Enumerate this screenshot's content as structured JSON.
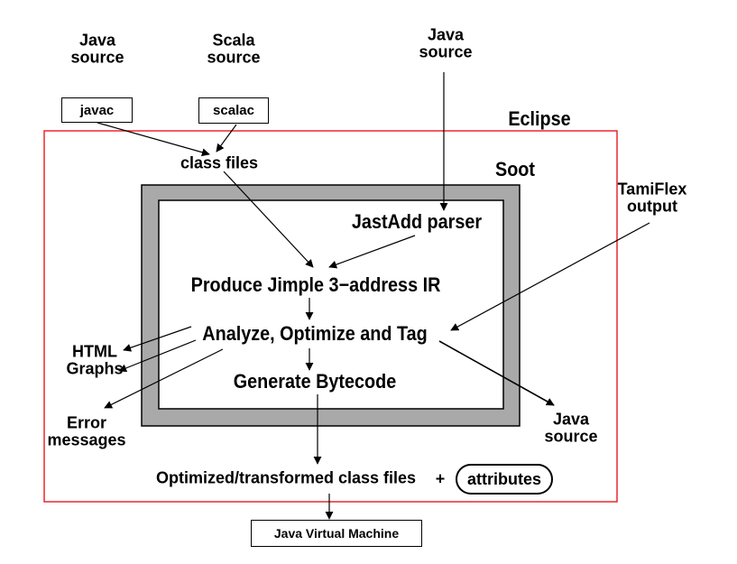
{
  "diagram": {
    "inputs": {
      "java_left": {
        "line1": "Java",
        "line2": "source",
        "compiler": "javac"
      },
      "scala": {
        "line1": "Scala",
        "line2": "source",
        "compiler": "scalac"
      },
      "java_top": {
        "line1": "Java",
        "line2": "source"
      }
    },
    "containers": {
      "eclipse": "Eclipse",
      "soot": "Soot"
    },
    "nodes": {
      "class_files": "class files",
      "jastadd": "JastAdd parser",
      "jimple": "Produce Jimple 3−address IR",
      "analyze": "Analyze, Optimize and Tag",
      "bytecode": "Generate Bytecode",
      "tamiflex": {
        "line1": "TamiFlex",
        "line2": "output"
      },
      "html_graphs": {
        "line1": "HTML",
        "line2": "Graphs"
      },
      "errors": {
        "line1": "Error",
        "line2": "messages"
      },
      "java_out": {
        "line1": "Java",
        "line2": "source"
      },
      "optimized": "Optimized/transformed class files",
      "plus": "+",
      "attributes": "attributes",
      "jvm": "Java Virtual Machine"
    },
    "colors": {
      "eclipse_border": "#e8282e",
      "soot_fill": "#a9a9a9",
      "line": "#000000"
    }
  }
}
